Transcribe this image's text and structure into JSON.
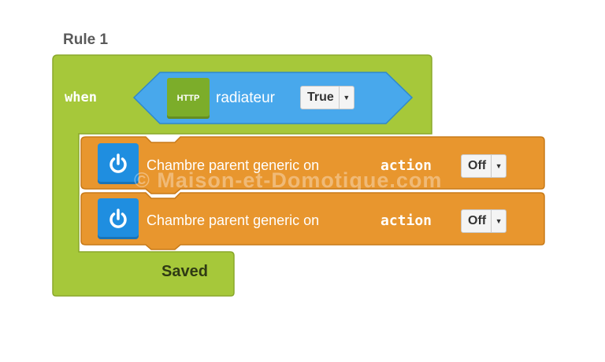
{
  "rule": {
    "title": "Rule 1",
    "status": "Saved"
  },
  "trigger": {
    "keyword": "when",
    "badge": "HTTP",
    "variable": "radiateur",
    "value": "True"
  },
  "actions": [
    {
      "icon": "power-icon",
      "label": "Chambre parent generic on",
      "keyword": "action",
      "value": "Off"
    },
    {
      "icon": "power-icon",
      "label": "Chambre parent generic on",
      "keyword": "action",
      "value": "Off"
    }
  ],
  "watermark": "© Maison-et-Domotique.com",
  "colors": {
    "rule_green": "#a6c83a",
    "trigger_blue": "#48a8ec",
    "action_orange": "#e8962e",
    "http_green": "#7cad2a",
    "power_blue": "#1f8ee0"
  }
}
